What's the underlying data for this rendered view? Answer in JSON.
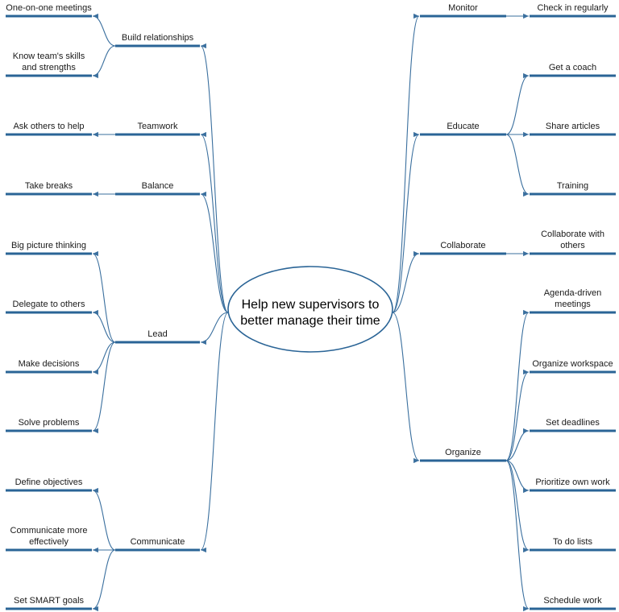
{
  "colors": {
    "branch": "#2a6496",
    "connector": "#3a6f9e",
    "text": "#1a1a1a",
    "background": "#ffffff"
  },
  "center": {
    "lines": [
      "Help new supervisors to",
      "better manage their time"
    ]
  },
  "branches": [
    {
      "id": "build",
      "side": "left",
      "label": [
        "Build relationships"
      ],
      "children": [
        {
          "label": [
            "One-on-one meetings"
          ]
        },
        {
          "label": [
            "Know team's skills",
            "and strengths"
          ]
        }
      ]
    },
    {
      "id": "teamwork",
      "side": "left",
      "label": [
        "Teamwork"
      ],
      "children": [
        {
          "label": [
            "Ask others to help"
          ]
        }
      ]
    },
    {
      "id": "balance",
      "side": "left",
      "label": [
        "Balance"
      ],
      "children": [
        {
          "label": [
            "Take breaks"
          ]
        }
      ]
    },
    {
      "id": "lead",
      "side": "left",
      "label": [
        "Lead"
      ],
      "children": [
        {
          "label": [
            "Big picture thinking"
          ]
        },
        {
          "label": [
            "Delegate to others"
          ]
        },
        {
          "label": [
            "Make decisions"
          ]
        },
        {
          "label": [
            "Solve problems"
          ]
        }
      ]
    },
    {
      "id": "communicate",
      "side": "left",
      "label": [
        "Communicate"
      ],
      "children": [
        {
          "label": [
            "Define objectives"
          ]
        },
        {
          "label": [
            "Communicate more",
            "effectively"
          ]
        },
        {
          "label": [
            "Set SMART goals"
          ]
        }
      ]
    },
    {
      "id": "monitor",
      "side": "right",
      "label": [
        "Monitor"
      ],
      "children": [
        {
          "label": [
            "Check in regularly"
          ]
        }
      ]
    },
    {
      "id": "educate",
      "side": "right",
      "label": [
        "Educate"
      ],
      "children": [
        {
          "label": [
            "Get a coach"
          ]
        },
        {
          "label": [
            "Share articles"
          ]
        },
        {
          "label": [
            "Training"
          ]
        }
      ]
    },
    {
      "id": "collaborate",
      "side": "right",
      "label": [
        "Collaborate"
      ],
      "children": [
        {
          "label": [
            "Collaborate with",
            "others"
          ]
        }
      ]
    },
    {
      "id": "organize",
      "side": "right",
      "label": [
        "Organize"
      ],
      "children": [
        {
          "label": [
            "Agenda-driven",
            "meetings"
          ]
        },
        {
          "label": [
            "Organize workspace"
          ]
        },
        {
          "label": [
            "Set deadlines"
          ]
        },
        {
          "label": [
            "Prioritize own work"
          ]
        },
        {
          "label": [
            "To do lists"
          ]
        },
        {
          "label": [
            "Schedule work"
          ]
        }
      ]
    }
  ]
}
